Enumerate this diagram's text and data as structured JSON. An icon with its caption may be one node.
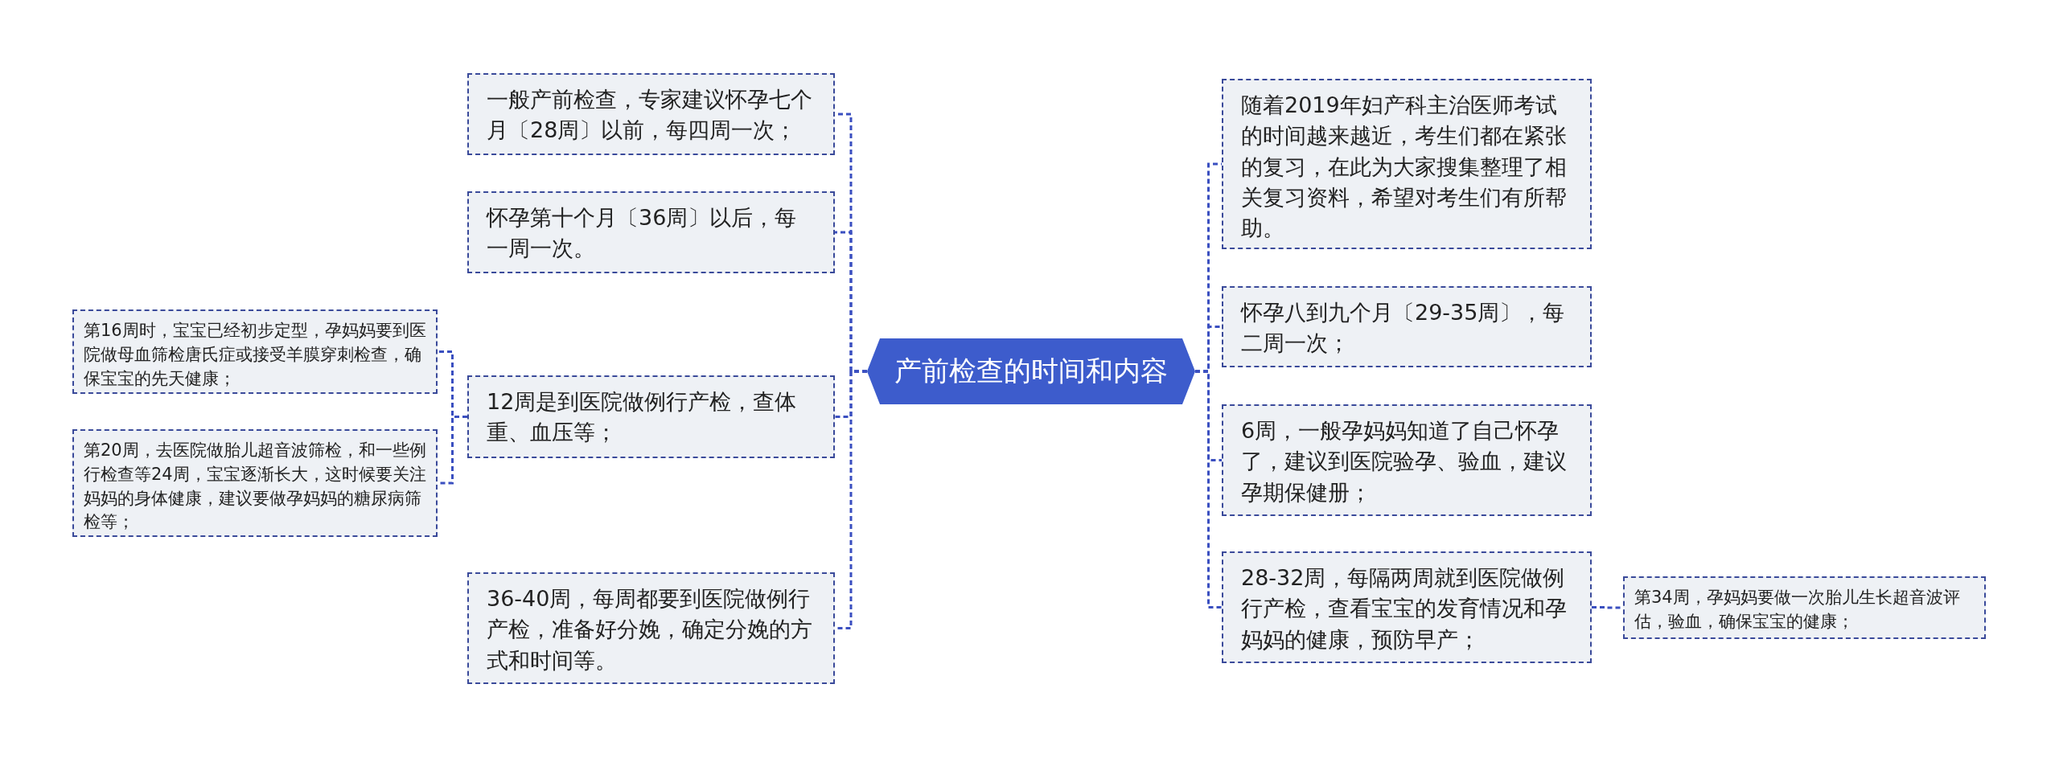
{
  "diagram": {
    "nodes": [
      {
        "text": [
          "产前检查的时间和内容"
        ]
      },
      {
        "text": [
          "一般产前检查，专家建议怀孕七个月〔28周〕以前，每四周一次；"
        ]
      },
      {
        "text": [
          "怀孕第十个月〔36周〕以后，每一周一次。"
        ]
      },
      {
        "text": [
          "12周是到医院做例行产检，查体重、血压等；"
        ]
      },
      {
        "text": [
          "36-40周，每周都要到医院做例行产检，准备好分娩，确定分娩的方式和时间等。"
        ]
      },
      {
        "text": [
          "第16周时，宝宝已经初步定型，孕妈妈要到医院做母血筛检唐氏症或接受羊膜穿刺检查，确保宝宝的先天健康；"
        ]
      },
      {
        "text": [
          "第20周，去医院做胎儿超音波筛检，和一些例行检查等24周，宝宝逐渐长大，这时候要关注妈妈的身体健康，建议要做孕妈妈的糖尿病筛检等；"
        ]
      },
      {
        "text": [
          "随着2019年妇产科主治医师考试的时间越来越近，考生们都在紧张的复习，在此为大家搜集整理了相关复习资料，希望对考生们有所帮助。"
        ]
      },
      {
        "text": [
          "怀孕八到九个月〔29-35周〕，每二周一次；"
        ]
      },
      {
        "text": [
          "6周，一般孕妈妈知道了自己怀孕了，建议到医院验孕、验血，建议孕期保健册；"
        ]
      },
      {
        "text": [
          "28-32周，每隔两周就到医院做例行产检，查看宝宝的发育情况和孕妈妈的健康，预防早产；"
        ]
      },
      {
        "text": [
          "第34周，孕妈妈要做一次胎儿生长超音波评估，验血，确保宝宝的健康；"
        ]
      }
    ],
    "edges": [
      {
        "from": 0,
        "to": 1,
        "arrow": "none",
        "style": "dashed"
      },
      {
        "from": 0,
        "to": 2,
        "arrow": "none",
        "style": "dashed"
      },
      {
        "from": 0,
        "to": 3,
        "arrow": "none",
        "style": "dashed"
      },
      {
        "from": 0,
        "to": 4,
        "arrow": "none",
        "style": "dashed"
      },
      {
        "from": 3,
        "to": 5,
        "arrow": "none",
        "style": "dashed"
      },
      {
        "from": 3,
        "to": 6,
        "arrow": "none",
        "style": "dashed"
      },
      {
        "from": 0,
        "to": 7,
        "arrow": "none",
        "style": "dashed"
      },
      {
        "from": 0,
        "to": 8,
        "arrow": "none",
        "style": "dashed"
      },
      {
        "from": 0,
        "to": 9,
        "arrow": "none",
        "style": "dashed"
      },
      {
        "from": 0,
        "to": 10,
        "arrow": "none",
        "style": "dashed"
      },
      {
        "from": 10,
        "to": 11,
        "arrow": "none",
        "style": "dashed"
      }
    ]
  }
}
